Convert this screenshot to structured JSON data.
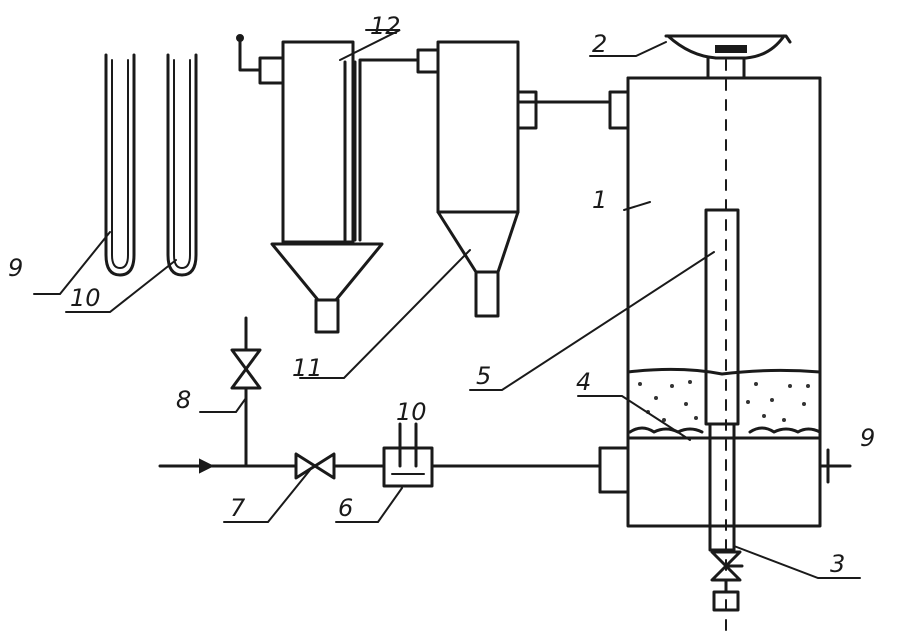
{
  "labels": {
    "l1": "1",
    "l2": "2",
    "l3": "3",
    "l4": "4",
    "l5": "5",
    "l6": "6",
    "l7": "7",
    "l8": "8",
    "l9_left": "9",
    "l9_right": "9",
    "l10_left": "10",
    "l10_top": "10",
    "l11": "11",
    "l12": "12"
  }
}
